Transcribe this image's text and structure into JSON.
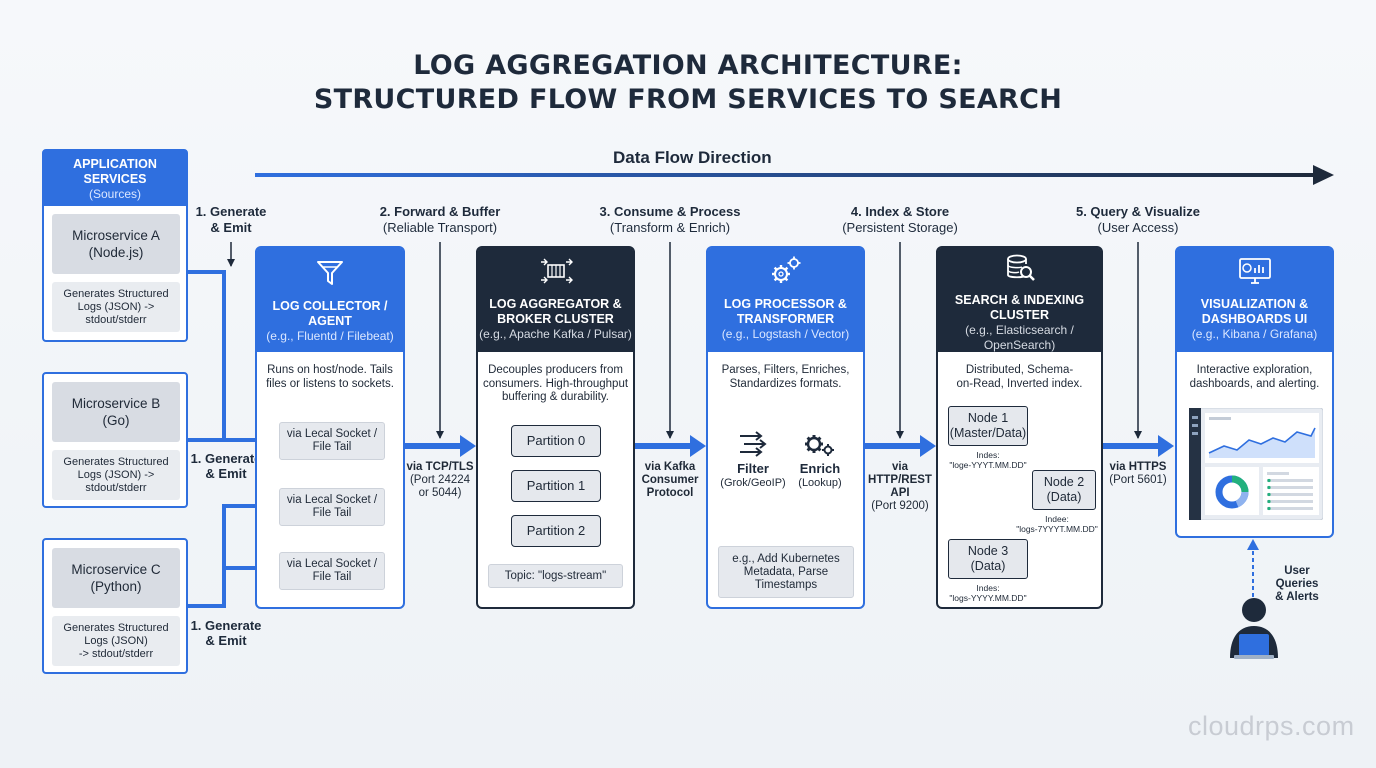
{
  "title": {
    "line1": "LOG AGGREGATION ARCHITECTURE:",
    "line2": "STRUCTURED FLOW FROM SERVICES TO SEARCH"
  },
  "flow_direction": "Data Flow Direction",
  "stages": [
    {
      "step": "1. Generate",
      "sub": "& Emit"
    },
    {
      "step": "2. Forward & Buffer",
      "sub": "(Reliable Transport)"
    },
    {
      "step": "3. Consume & Process",
      "sub": "(Transform & Enrich)"
    },
    {
      "step": "4. Index & Store",
      "sub": "(Persistent Storage)"
    },
    {
      "step": "5. Query & Visualize",
      "sub": "(User Access)"
    }
  ],
  "app_services": {
    "title_line1": "APPLICATION",
    "title_line2": "SERVICES",
    "subtitle": "(Sources)",
    "services": [
      {
        "name1": "Microservice A",
        "name2": "(Node.js)",
        "desc1": "Generates Structured",
        "desc2": "Logs (JSON) ->",
        "desc3": "stdout/stderr"
      },
      {
        "name1": "Microservice B",
        "name2": "(Go)",
        "desc1": "Generates Structured",
        "desc2": "Logs (JSON) ->",
        "desc3": "stdout/stderr"
      },
      {
        "name1": "Microservice C",
        "name2": "(Python)",
        "desc1": "Generates Structured",
        "desc2": "Logs (JSON)",
        "desc3": "-> stdout/stderr"
      }
    ]
  },
  "emit_labels": {
    "mid_line1": "1. Generate",
    "mid_line2": "& Emit",
    "bot_line1": "1. Generate",
    "bot_line2": "& Emit"
  },
  "collector": {
    "title_line1": "LOG COLLECTOR /",
    "title_line2": "AGENT",
    "subtitle": "(e.g., Fluentd / Filebeat)",
    "desc1": "Runs on host/node. Tails",
    "desc2": "files or listens to sockets.",
    "sockets": [
      {
        "line1": "via Lecal Socket /",
        "line2": "File Tail"
      },
      {
        "line1": "via Lecal Socket /",
        "line2": "File Tail"
      },
      {
        "line1": "via Lecal Socket /",
        "line2": "File Tail"
      }
    ]
  },
  "conn1": {
    "line1": "via TCP/TLS",
    "line2": "(Port 24224",
    "line3": "or 5044)"
  },
  "aggregator": {
    "title_line1": "LOG AGGREGATOR &",
    "title_line2": "BROKER CLUSTER",
    "subtitle": "(e.g., Apache Kafka / Pulsar)",
    "desc1": "Decouples producers from",
    "desc2": "consumers. High-throughput",
    "desc3": "buffering & durability.",
    "partitions": [
      "Partition 0",
      "Partition 1",
      "Partition 2"
    ],
    "topic": "Topic: \"logs-stream\""
  },
  "conn2": {
    "line1": "via Kafka",
    "line2": "Consumer",
    "line3": "Protocol"
  },
  "processor": {
    "title_line1": "LOG PROCESSOR &",
    "title_line2": "TRANSFORMER",
    "subtitle": "(e.g., Logstash / Vector)",
    "desc1": "Parses, Filters, Enriches,",
    "desc2": "Standardizes formats.",
    "filter_label": "Filter",
    "filter_sub": "(Grok/GeoIP)",
    "enrich_label": "Enrich",
    "enrich_sub": "(Lookup)",
    "example1": "e.g., Add Kubernetes",
    "example2": "Metadata, Parse",
    "example3": "Timestamps"
  },
  "conn3": {
    "line1": "via",
    "line2": "HTTP/REST",
    "line3": "API",
    "line4": "(Port 9200)"
  },
  "search": {
    "title_line1": "SEARCH & INDEXING",
    "title_line2": "CLUSTER",
    "subtitle1": "(e.g., Elasticsearch /",
    "subtitle2": "OpenSearch)",
    "desc1": "Distributed, Schema-",
    "desc2": "on-Read, Inverted index.",
    "nodes": [
      {
        "line1": "Node 1",
        "line2": "(Master/Data)",
        "idx1": "Indes:",
        "idx2": "\"loge-YYYT.MM.DD\""
      },
      {
        "line1": "Node 2",
        "line2": "(Data)",
        "idx1": "Indee:",
        "idx2": "\"logs-7YYYT.MM.DD\""
      },
      {
        "line1": "Node 3",
        "line2": "(Data)",
        "idx1": "Indes:",
        "idx2": "\"logs-YYYY.MM.DD\""
      }
    ]
  },
  "conn4": {
    "line1": "via HTTPS",
    "line2": "(Port 5601)"
  },
  "viz": {
    "title_line1": "VISUALIZATION &",
    "title_line2": "DASHBOARDS UI",
    "subtitle": "(e.g., Kibana / Grafana)",
    "desc1": "Interactive exploration,",
    "desc2": "dashboards, and alerting."
  },
  "user": {
    "line1": "User Queries",
    "line2": "& Alerts"
  },
  "watermark": "cloudrps.com",
  "icons": [
    "funnel-icon",
    "broker-icon",
    "gears-icon",
    "database-search-icon",
    "dashboard-monitor-icon",
    "user-laptop-icon"
  ],
  "colors": {
    "blue": "#2f6fdf",
    "navy": "#1e2a3b",
    "chip": "#e6e9ee"
  }
}
